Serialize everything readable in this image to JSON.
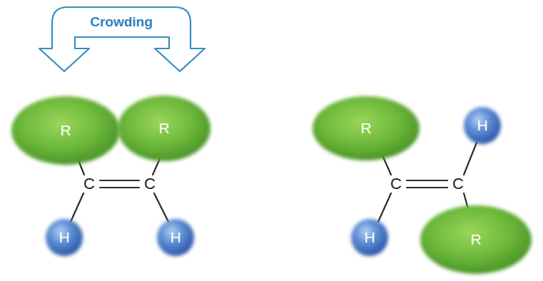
{
  "diagram": {
    "nodes": [
      {
        "text": [
          "R"
        ]
      },
      {
        "text": [
          "R"
        ]
      },
      {
        "text": [
          "H"
        ]
      },
      {
        "text": [
          "H"
        ]
      },
      {
        "text": [
          "R"
        ]
      },
      {
        "text": [
          "H"
        ]
      },
      {
        "text": [
          "H"
        ]
      },
      {
        "text": [
          "R"
        ]
      }
    ],
    "labels": [
      "Crowding",
      "C",
      "C",
      "C",
      "C"
    ]
  }
}
